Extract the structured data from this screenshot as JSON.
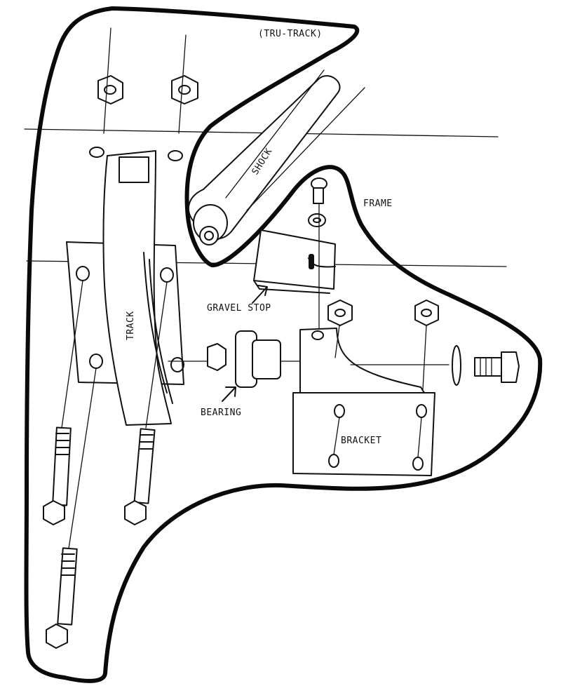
{
  "labels": {
    "tru_track": "(TRU-TRACK)",
    "shock": "SHOCK",
    "frame": "FRAME",
    "gravel_stop": "GRAVEL STOP",
    "track": "TRACK",
    "bearing": "BEARING",
    "bracket": "BRACKET"
  }
}
